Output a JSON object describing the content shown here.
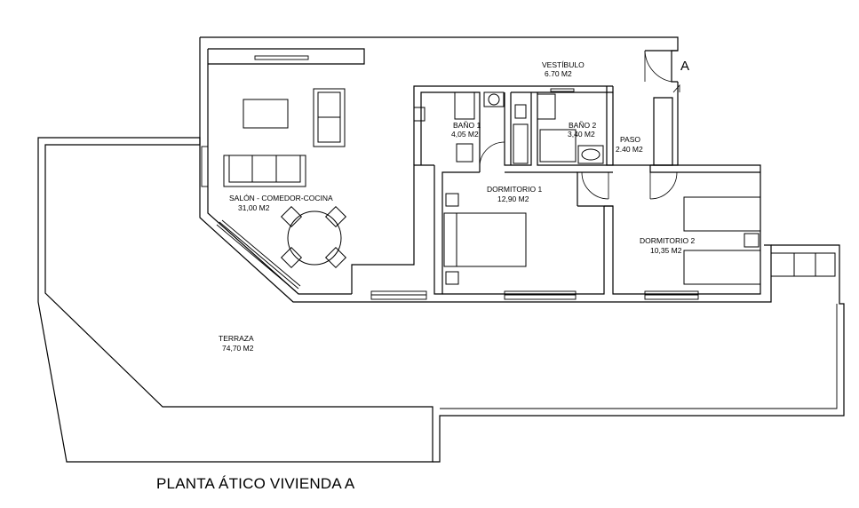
{
  "title": "PLANTA ÁTICO VIVIENDA A",
  "entry_marker": "A",
  "rooms": {
    "vestibulo": {
      "name": "VESTÍBULO",
      "area": "6.70 M2"
    },
    "bano1": {
      "name": "BAÑO 1",
      "area": "4,05 M2"
    },
    "bano2": {
      "name": "BAÑO 2",
      "area": "3,40 M2"
    },
    "paso": {
      "name": "PASO",
      "area": "2.40 M2"
    },
    "salon": {
      "name": "SALÓN - COMEDOR-COCINA",
      "area": "31,00 M2"
    },
    "dormitorio1": {
      "name": "DORMITORIO 1",
      "area": "12,90 M2"
    },
    "dormitorio2": {
      "name": "DORMITORIO 2",
      "area": "10,35 M2"
    },
    "terraza": {
      "name": "TERRAZA",
      "area": "74,70 M2"
    }
  }
}
